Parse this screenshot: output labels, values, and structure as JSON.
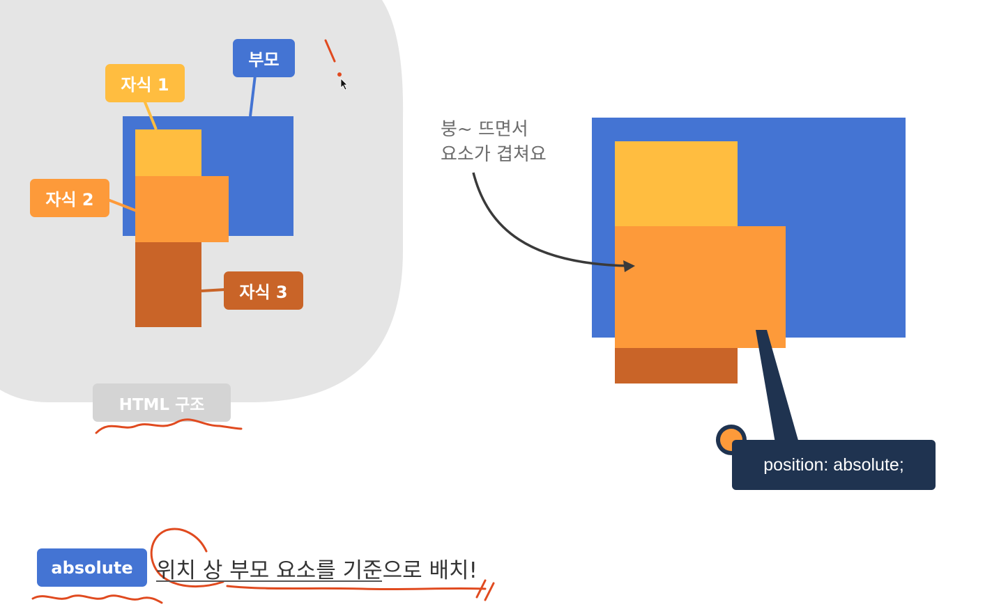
{
  "colors": {
    "parent_blue": "#4474d3",
    "child1_yellow": "#ffbd40",
    "child2_orange": "#fd9a3a",
    "child3_brown": "#c96428",
    "structure_bg": "#e5e5e5",
    "code_bg": "#1f3350",
    "annotation_red": "#e04a1f"
  },
  "html_structure": {
    "parent_label": "부모",
    "child1_label": "자식 1",
    "child2_label": "자식 2",
    "child3_label": "자식 3",
    "badge": "HTML 구조"
  },
  "result": {
    "caption": "붕~ 뜨면서\n요소가 겹쳐요",
    "code": "position: absolute;"
  },
  "footer": {
    "tag": "absolute",
    "sentence": "위치 상 부모 요소를 기준으로 배치!"
  },
  "icons": {
    "arrow": "curved-arrow-icon",
    "pointer": "mouse-cursor-icon",
    "dot": "orange-dot-icon"
  }
}
